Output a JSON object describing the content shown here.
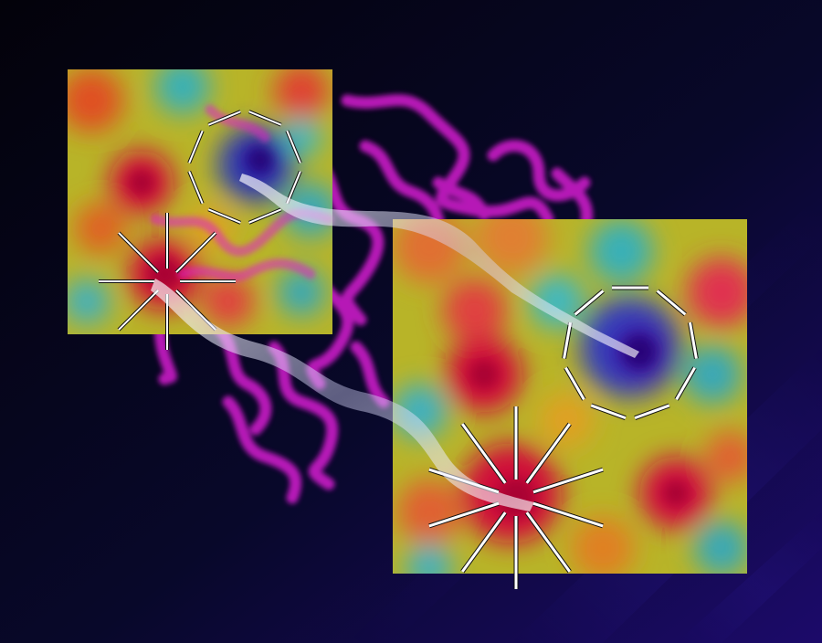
{
  "colors": {
    "space_dark": "#05030f",
    "space_mid": "#0a0a2e",
    "space_light": "#1a0a5e",
    "magenta_filament": "#e020d0",
    "hot_red": "#d0104a",
    "cold_blue": "#3a20b0",
    "map_yellow": "#c8c020",
    "map_cyan": "#30b8c0",
    "map_orange": "#e06020",
    "polarization_line": "#ffffff",
    "ribbon": "#e8e8f8"
  },
  "icons": {
    "hot_spot_left": "radial-polarization-pattern",
    "cold_spot_left": "tangential-polarization-pattern",
    "hot_spot_right": "radial-polarization-pattern",
    "cold_spot_right": "tangential-polarization-pattern"
  }
}
